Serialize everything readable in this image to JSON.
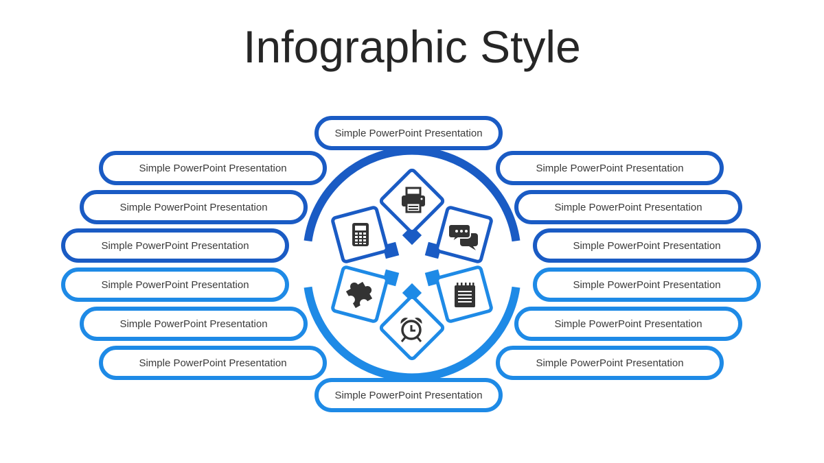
{
  "title": "Infographic Style",
  "colors": {
    "dark_blue": "#1a5bc4",
    "light_blue": "#1e8ae6",
    "icon": "#333333",
    "text": "#3a3a3a"
  },
  "pills": {
    "top": "Simple PowerPoint Presentation",
    "bottom": "Simple PowerPoint Presentation",
    "left": [
      "Simple PowerPoint Presentation",
      "Simple PowerPoint Presentation",
      "Simple PowerPoint Presentation",
      "Simple PowerPoint Presentation",
      "Simple PowerPoint Presentation",
      "Simple PowerPoint Presentation"
    ],
    "right": [
      "Simple PowerPoint Presentation",
      "Simple PowerPoint Presentation",
      "Simple PowerPoint Presentation",
      "Simple PowerPoint Presentation",
      "Simple PowerPoint Presentation",
      "Simple PowerPoint Presentation"
    ]
  },
  "icons": [
    "printer-icon",
    "chat-icon",
    "notepad-icon",
    "alarm-clock-icon",
    "puzzle-icon",
    "calculator-icon"
  ]
}
